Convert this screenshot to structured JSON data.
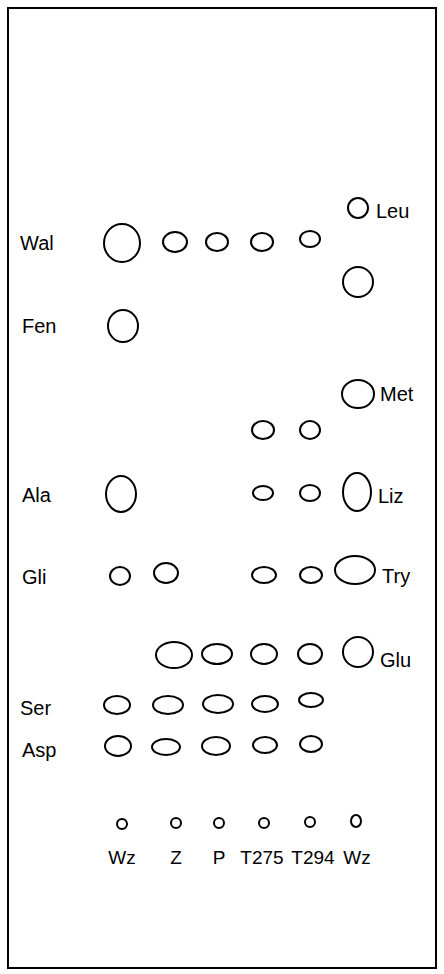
{
  "diagram": {
    "labels": [
      "Leu",
      "Wal",
      "Fen",
      "Met",
      "Liz",
      "Ala",
      "Gli",
      "Try",
      "Glu",
      "Ser",
      "Asp",
      "Wz",
      "Z",
      "P",
      "T275",
      "T294",
      "Wz"
    ]
  }
}
